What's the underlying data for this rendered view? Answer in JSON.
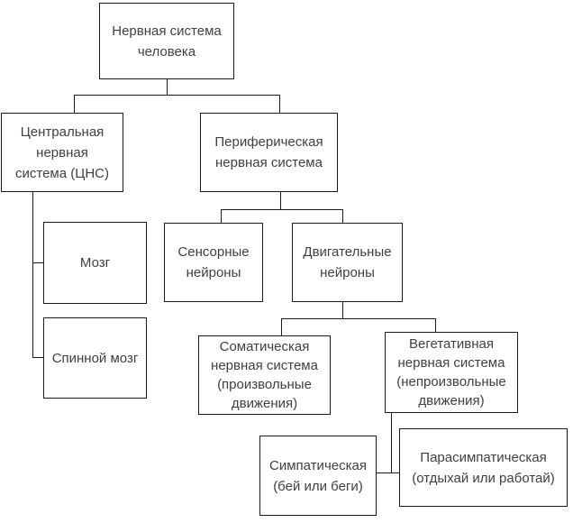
{
  "diagram": {
    "title": "Нервная система человека",
    "type": "hierarchy-flowchart",
    "colors": {
      "background": "#ffffff",
      "line": "#1c1c1c",
      "box_fill": "#ffffff",
      "text": "#404040"
    },
    "nodes": {
      "root": {
        "label": "Нервная система\nчеловека"
      },
      "cns": {
        "label": "Центральная\nнервная\nсистема (ЦНС)"
      },
      "pns": {
        "label": "Периферическая\nнервная система"
      },
      "brain": {
        "label": "Мозг"
      },
      "spinal": {
        "label": "Спинной мозг"
      },
      "sensory": {
        "label": "Сенсорные\nнейроны"
      },
      "motor": {
        "label": "Двигательные\nнейроны"
      },
      "somatic": {
        "label": "Соматическая\nнервная система\n(произвольные\nдвижения)"
      },
      "autonomic": {
        "label": "Вегетативная\nнервная система\n(непроизвольные\nдвижения)"
      },
      "sympathetic": {
        "label": "Симпатическая\n(бей или беги)"
      },
      "parasympathetic": {
        "label": "Парасимпатическая\n(отдыхай или работай)"
      }
    },
    "edges": [
      {
        "from": "root",
        "to": "cns"
      },
      {
        "from": "root",
        "to": "pns"
      },
      {
        "from": "cns",
        "to": "brain"
      },
      {
        "from": "cns",
        "to": "spinal"
      },
      {
        "from": "pns",
        "to": "sensory"
      },
      {
        "from": "pns",
        "to": "motor"
      },
      {
        "from": "motor",
        "to": "somatic"
      },
      {
        "from": "motor",
        "to": "autonomic"
      },
      {
        "from": "autonomic",
        "to": "sympathetic"
      },
      {
        "from": "autonomic",
        "to": "parasympathetic"
      }
    ]
  }
}
